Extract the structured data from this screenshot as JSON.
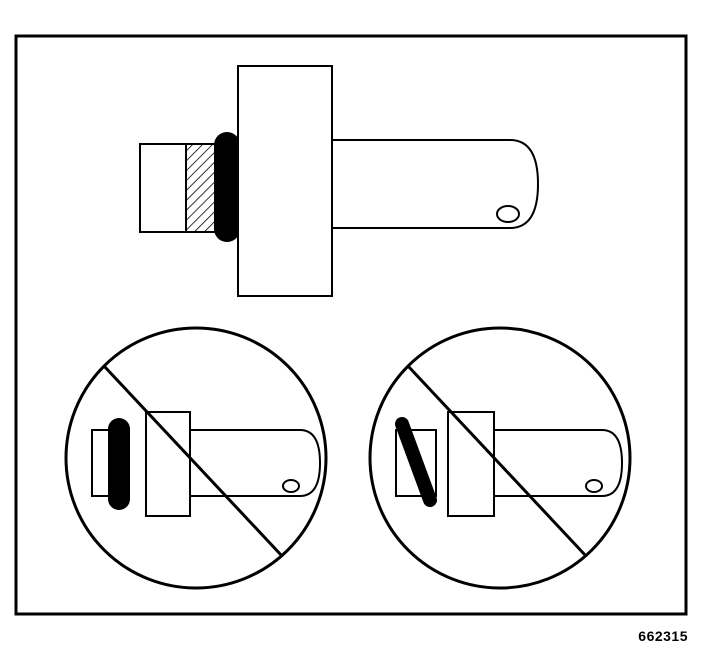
{
  "figure": {
    "id_label": "662315",
    "panels": [
      {
        "name": "correct-installation",
        "status": "correct"
      },
      {
        "name": "incorrect-seal-position",
        "status": "prohibited"
      },
      {
        "name": "incorrect-seal-tilted",
        "status": "prohibited"
      }
    ],
    "colors": {
      "line": "#000000",
      "background": "#ffffff"
    }
  }
}
